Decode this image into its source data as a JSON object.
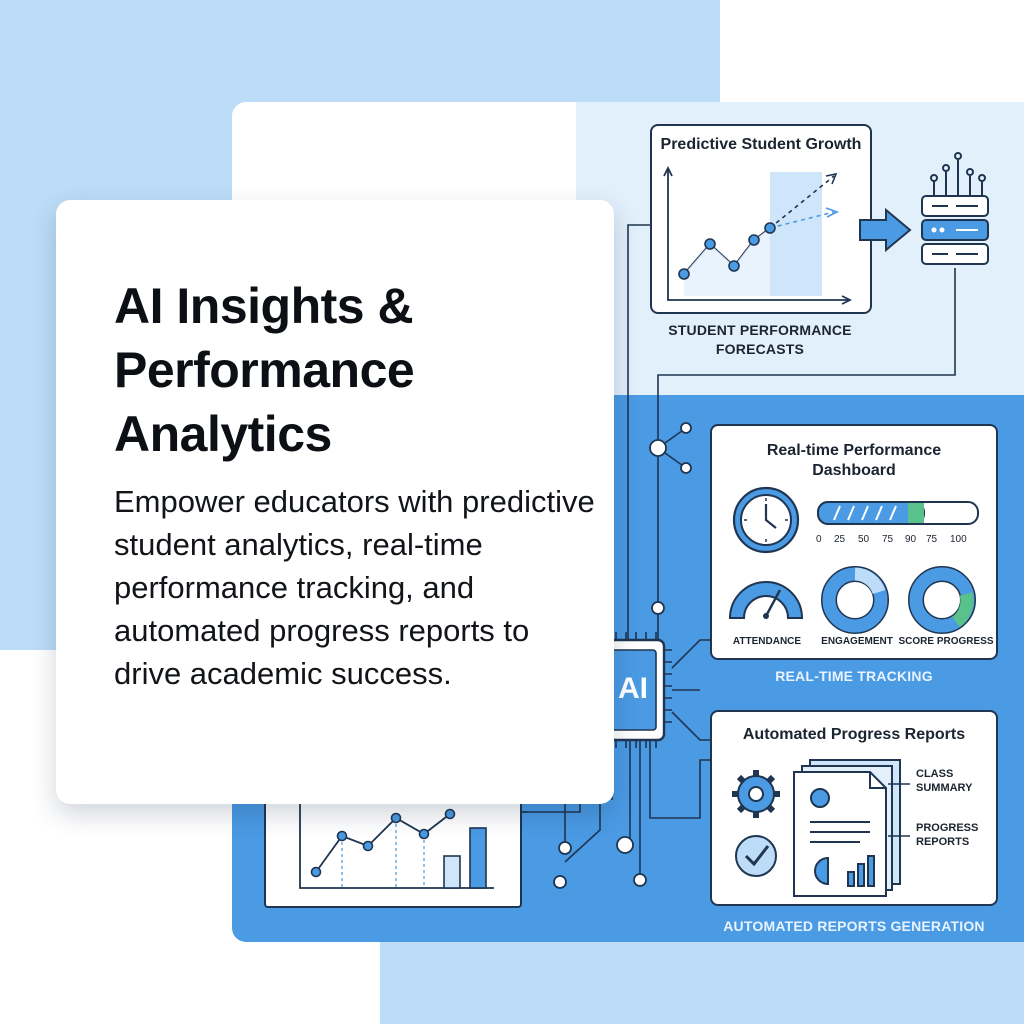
{
  "hero": {
    "title": "AI Insights & Performance Analytics",
    "description": "Empower educators with predictive student analytics, real-time performance tracking, and automated progress reports  to drive academic success."
  },
  "predictive": {
    "title": "Predictive Student Growth",
    "caption_line1": "STUDENT PERFORMANCE",
    "caption_line2": "FORECASTS"
  },
  "dashboard": {
    "title_line1": "Real-time Performance",
    "title_line2": "Dashboard",
    "progress_ticks": [
      "0",
      "25",
      "50",
      "75",
      "90",
      "75",
      "100"
    ],
    "metrics": [
      "ATTENDANCE",
      "ENGAGEMENT",
      "SCORE PROGRESS"
    ],
    "caption": "REAL-TIME TRACKING"
  },
  "ai_chip": {
    "label": "AI"
  },
  "reports": {
    "title": "Automated Progress Reports",
    "class_summary_line1": "CLASS",
    "class_summary_line2": "SUMMARY",
    "progress_reports_line1": "PROGRESS",
    "progress_reports_line2": "REPORTS",
    "caption": "AUTOMATED REPORTS GENERATION"
  },
  "colors": {
    "accent_blue": "#4a9ae4",
    "light_blue": "#bcdcf7",
    "navy": "#1f3550",
    "green": "#59c28a"
  }
}
